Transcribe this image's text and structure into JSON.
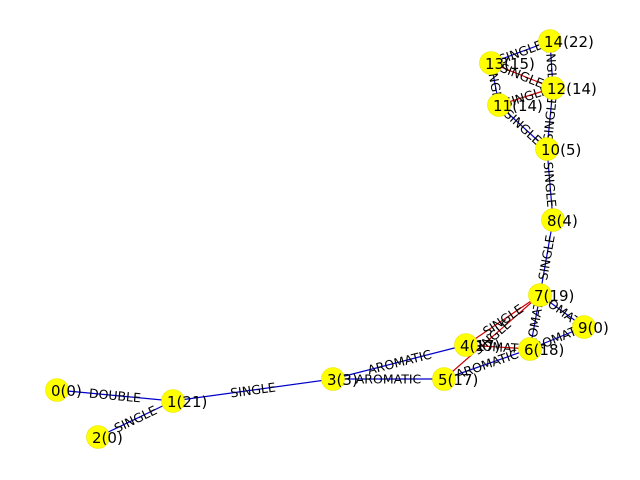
{
  "colors": {
    "node_fill": "#ffff00",
    "edge_primary": "#0000cc",
    "edge_secondary": "#cc0000",
    "background": "#ffffff"
  },
  "nodes": [
    {
      "id": "0",
      "label": "0(0)"
    },
    {
      "id": "1",
      "label": "1(21)"
    },
    {
      "id": "2",
      "label": "2(0)"
    },
    {
      "id": "3",
      "label": "3(3)"
    },
    {
      "id": "4",
      "label": "4(17)"
    },
    {
      "id": "5",
      "label": "5(17)"
    },
    {
      "id": "6",
      "label": "6(18)"
    },
    {
      "id": "7",
      "label": "7(19)"
    },
    {
      "id": "8",
      "label": "8(4)"
    },
    {
      "id": "9",
      "label": "9(0)"
    },
    {
      "id": "10",
      "label": "10(5)"
    },
    {
      "id": "11",
      "label": "11(14)"
    },
    {
      "id": "12",
      "label": "12(14)"
    },
    {
      "id": "13",
      "label": "13(15)"
    },
    {
      "id": "14",
      "label": "14(22)"
    }
  ],
  "edges": [
    {
      "source": "0",
      "target": "1",
      "label": "DOUBLE",
      "color": "#0000cc"
    },
    {
      "source": "1",
      "target": "2",
      "label": "SINGLE",
      "color": "#0000cc"
    },
    {
      "source": "1",
      "target": "3",
      "label": "SINGLE",
      "color": "#0000cc"
    },
    {
      "source": "3",
      "target": "4",
      "label": "AROMATIC",
      "color": "#0000cc"
    },
    {
      "source": "3",
      "target": "5",
      "label": "AROMATIC",
      "color": "#0000cc"
    },
    {
      "source": "4",
      "target": "6",
      "label": "AROMATIC",
      "color": "#cc0000"
    },
    {
      "source": "4",
      "target": "7",
      "label": "SINGLE",
      "color": "#cc0000"
    },
    {
      "source": "5",
      "target": "6",
      "label": "AROMATIC",
      "color": "#0000cc"
    },
    {
      "source": "5",
      "target": "7",
      "label": "SINGLE",
      "color": "#cc0000"
    },
    {
      "source": "6",
      "target": "7",
      "label": "AROMATIC",
      "color": "#0000cc"
    },
    {
      "source": "6",
      "target": "9",
      "label": "AROMATIC",
      "color": "#0000cc"
    },
    {
      "source": "7",
      "target": "9",
      "label": "AROMATIC",
      "color": "#0000cc"
    },
    {
      "source": "7",
      "target": "8",
      "label": "SINGLE",
      "color": "#0000cc"
    },
    {
      "source": "8",
      "target": "10",
      "label": "SINGLE",
      "color": "#0000cc"
    },
    {
      "source": "10",
      "target": "11",
      "label": "SINGLE",
      "color": "#0000cc"
    },
    {
      "source": "10",
      "target": "12",
      "label": "SINGLE",
      "color": "#0000cc"
    },
    {
      "source": "11",
      "target": "12",
      "label": "SINGLE",
      "color": "#cc0000"
    },
    {
      "source": "11",
      "target": "13",
      "label": "SINGLE",
      "color": "#0000cc"
    },
    {
      "source": "13",
      "target": "12",
      "label": "SINGLE",
      "color": "#cc0000"
    },
    {
      "source": "13",
      "target": "14",
      "label": "SINGLE",
      "color": "#0000cc"
    },
    {
      "source": "12",
      "target": "14",
      "label": "SINGLE",
      "color": "#0000cc"
    }
  ]
}
